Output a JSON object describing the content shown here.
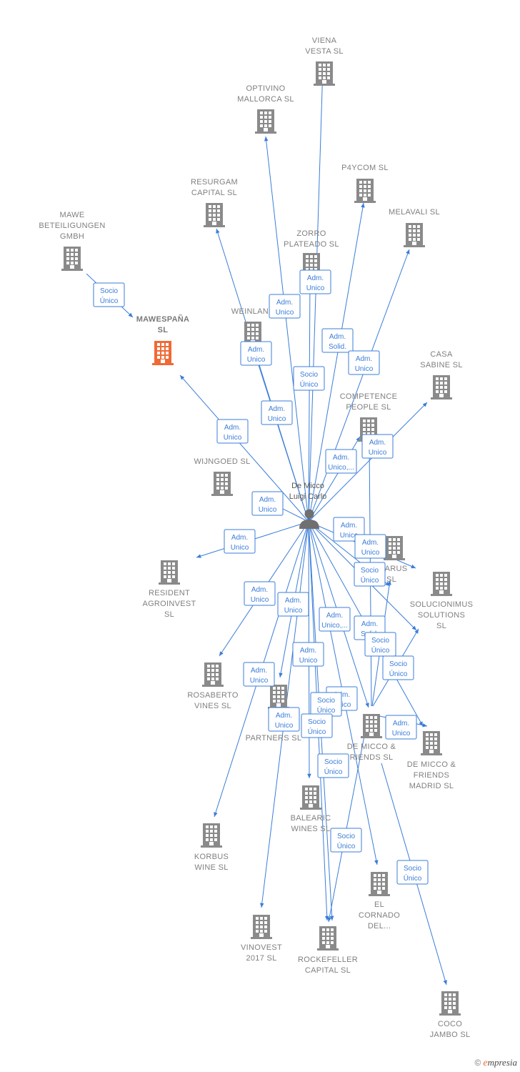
{
  "person": {
    "lines": [
      "De Micco",
      "Luigi Carlo"
    ],
    "icon": "person-icon"
  },
  "colors": {
    "edge": "#3b7dd8",
    "building": "#8a8a8a",
    "focus": "#f06a35",
    "label": "#808080"
  },
  "companies": [
    {
      "id": "viena",
      "lines": [
        "VIENA",
        "VESTA  SL"
      ]
    },
    {
      "id": "optivino",
      "lines": [
        "OPTIVINO",
        "MALLORCA  SL"
      ]
    },
    {
      "id": "p4ycom",
      "lines": [
        "P4YCOM  SL"
      ]
    },
    {
      "id": "resurgam",
      "lines": [
        "RESURGAM",
        "CAPITAL  SL"
      ]
    },
    {
      "id": "melavali",
      "lines": [
        "MELAVALI  SL"
      ]
    },
    {
      "id": "mawe",
      "lines": [
        "MAWE",
        "BETEILIGUNGEN",
        "GMBH"
      ]
    },
    {
      "id": "zorro",
      "lines": [
        "ZORRO",
        "PLATEADO  SL"
      ]
    },
    {
      "id": "mawespana",
      "lines": [
        "MAWESPAÑA",
        "SL"
      ],
      "focus": true
    },
    {
      "id": "weinland",
      "lines": [
        "WEINLAND"
      ]
    },
    {
      "id": "casa",
      "lines": [
        "CASA",
        "SABINE  SL"
      ]
    },
    {
      "id": "competence",
      "lines": [
        "COMPETENCE",
        "PEOPLE  SL"
      ]
    },
    {
      "id": "wijngoed",
      "lines": [
        "WIJNGOED  SL"
      ]
    },
    {
      "id": "atarus",
      "lines": [
        "ATARUS",
        "SL"
      ]
    },
    {
      "id": "resident",
      "lines": [
        "RESIDENT",
        "AGROINVEST",
        "SL"
      ]
    },
    {
      "id": "solucionimus",
      "lines": [
        "SOLUCIONIMUS",
        "SOLUTIONS",
        "SL"
      ]
    },
    {
      "id": "rosaberto",
      "lines": [
        "ROSABERTO",
        "VINES  SL"
      ]
    },
    {
      "id": "gal",
      "lines": [
        "G",
        "AL",
        "PARTNERS  SL"
      ]
    },
    {
      "id": "demicco",
      "lines": [
        "DE MICCO &",
        "RIENDS  SL"
      ]
    },
    {
      "id": "demiccomadrid",
      "lines": [
        "DE MICCO &",
        "FRIENDS",
        "MADRID  SL"
      ]
    },
    {
      "id": "balearic",
      "lines": [
        "BALEARIC",
        "WINES  SL"
      ]
    },
    {
      "id": "korbus",
      "lines": [
        "KORBUS",
        "WINE  SL"
      ]
    },
    {
      "id": "elcornado",
      "lines": [
        "EL",
        "CORNADO",
        "DEL..."
      ]
    },
    {
      "id": "vinovest",
      "lines": [
        "VINOVEST",
        "2017  SL"
      ]
    },
    {
      "id": "rockefeller",
      "lines": [
        "ROCKEFELLER",
        "CAPITAL  SL"
      ]
    },
    {
      "id": "coco",
      "lines": [
        "COCO",
        "JAMBO  SL"
      ]
    }
  ],
  "edge_labels": [
    {
      "lines": [
        "Socio",
        "Único"
      ]
    },
    {
      "lines": [
        "Adm.",
        "Unico"
      ]
    },
    {
      "lines": [
        "Adm.",
        "Unico"
      ]
    },
    {
      "lines": [
        "Adm.",
        "Solid."
      ]
    },
    {
      "lines": [
        "Adm.",
        "Unico"
      ]
    },
    {
      "lines": [
        "Adm.",
        "Unico"
      ]
    },
    {
      "lines": [
        "Socio",
        "Único"
      ]
    },
    {
      "lines": [
        "Adm.",
        "Unico"
      ]
    },
    {
      "lines": [
        "Adm.",
        "Unico"
      ]
    },
    {
      "lines": [
        "Adm.",
        "Unico"
      ]
    },
    {
      "lines": [
        "Adm.",
        "Unico,..."
      ]
    },
    {
      "lines": [
        "Adm.",
        "Unico"
      ]
    },
    {
      "lines": [
        "Adm.",
        "Unico"
      ]
    },
    {
      "lines": [
        "Adm.",
        "Unico"
      ]
    },
    {
      "lines": [
        "Adm.",
        "Unico"
      ]
    },
    {
      "lines": [
        "Socio",
        "Único"
      ]
    },
    {
      "lines": [
        "Adm.",
        "Unico"
      ]
    },
    {
      "lines": [
        "Adm.",
        "Unico"
      ]
    },
    {
      "lines": [
        "Adm.",
        "Unico,..."
      ]
    },
    {
      "lines": [
        "Adm.",
        "Solid."
      ]
    },
    {
      "lines": [
        "Socio",
        "Único"
      ]
    },
    {
      "lines": [
        "Adm.",
        "Unico"
      ]
    },
    {
      "lines": [
        "Socio",
        "Único"
      ]
    },
    {
      "lines": [
        "Adm.",
        "Unico"
      ]
    },
    {
      "lines": [
        "Adm.",
        "Unico"
      ]
    },
    {
      "lines": [
        "Socio",
        "Único"
      ]
    },
    {
      "lines": [
        "Adm.",
        "Unico"
      ]
    },
    {
      "lines": [
        "Socio",
        "Único"
      ]
    },
    {
      "lines": [
        "Adm.",
        "Unico"
      ]
    },
    {
      "lines": [
        "Socio",
        "Único"
      ]
    },
    {
      "lines": [
        "Socio",
        "Único"
      ]
    },
    {
      "lines": [
        "Socio",
        "Único"
      ]
    }
  ],
  "footer": {
    "copyright": "©",
    "brand_initial": "e",
    "brand_rest": "mpresia"
  }
}
